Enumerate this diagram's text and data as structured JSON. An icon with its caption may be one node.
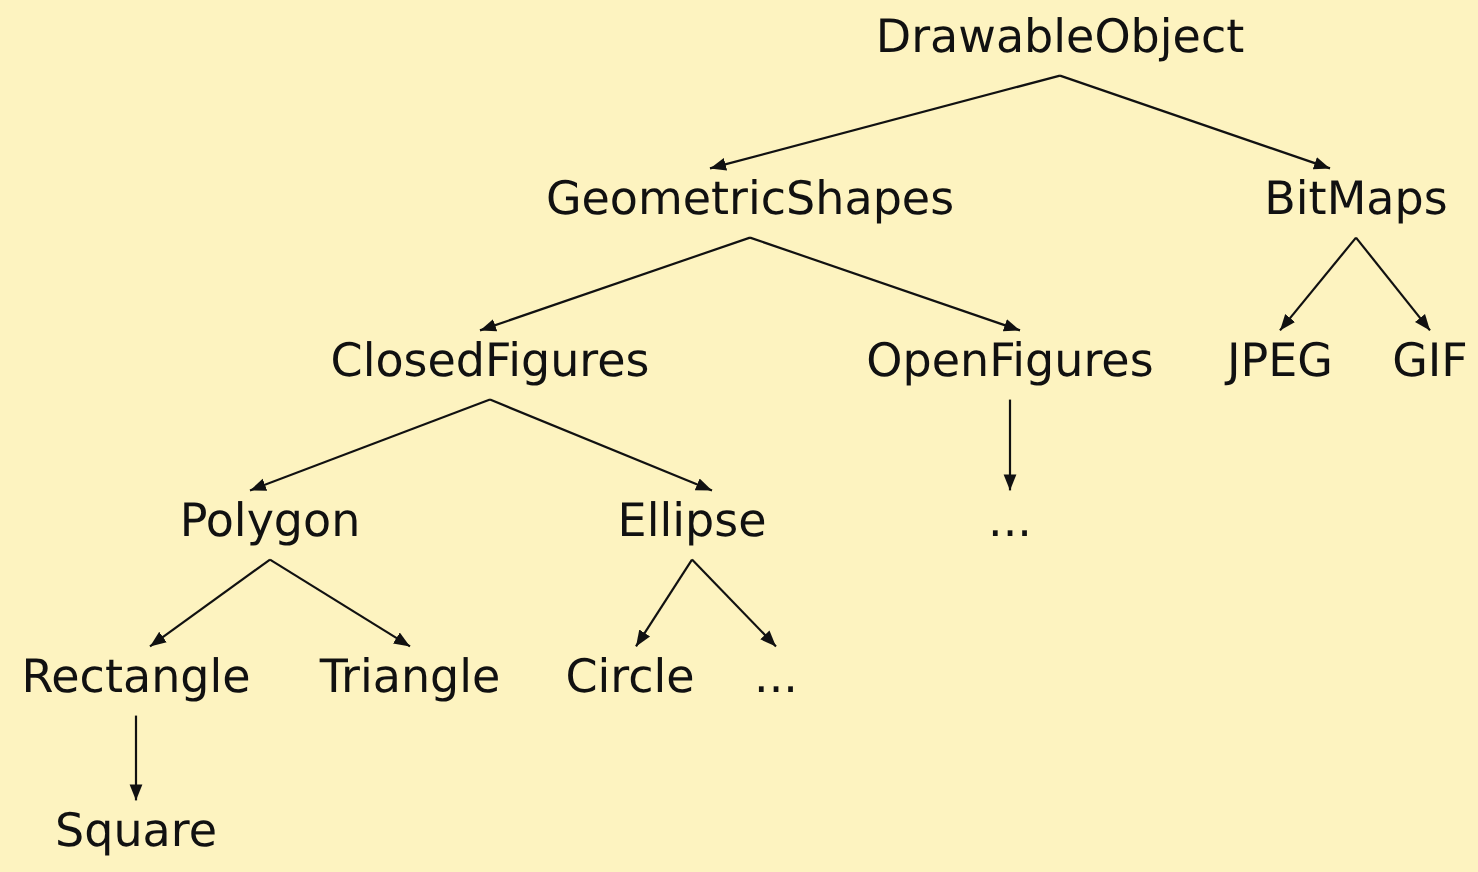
{
  "diagram": {
    "nodes": [
      {
        "text": [
          "DrawableObject"
        ]
      },
      {
        "text": [
          "GeometricShapes"
        ]
      },
      {
        "text": [
          "BitMaps"
        ]
      },
      {
        "text": [
          "ClosedFigures"
        ]
      },
      {
        "text": [
          "OpenFigures"
        ]
      },
      {
        "text": [
          "JPEG"
        ]
      },
      {
        "text": [
          "GIF"
        ]
      },
      {
        "text": [
          "Polygon"
        ]
      },
      {
        "text": [
          "Ellipse"
        ]
      },
      {
        "text": [
          "..."
        ]
      },
      {
        "text": [
          "Rectangle"
        ]
      },
      {
        "text": [
          "Triangle"
        ]
      },
      {
        "text": [
          "Circle"
        ]
      },
      {
        "text": [
          "..."
        ]
      },
      {
        "text": [
          "Square"
        ]
      }
    ],
    "edges": [
      {
        "from": 0,
        "to": 1,
        "arrow": "to"
      },
      {
        "from": 0,
        "to": 2,
        "arrow": "to"
      },
      {
        "from": 1,
        "to": 3,
        "arrow": "to"
      },
      {
        "from": 1,
        "to": 4,
        "arrow": "to"
      },
      {
        "from": 2,
        "to": 5,
        "arrow": "to"
      },
      {
        "from": 2,
        "to": 6,
        "arrow": "to"
      },
      {
        "from": 3,
        "to": 7,
        "arrow": "to"
      },
      {
        "from": 3,
        "to": 8,
        "arrow": "to"
      },
      {
        "from": 4,
        "to": 9,
        "arrow": "to"
      },
      {
        "from": 7,
        "to": 10,
        "arrow": "to"
      },
      {
        "from": 7,
        "to": 11,
        "arrow": "to"
      },
      {
        "from": 8,
        "to": 12,
        "arrow": "to"
      },
      {
        "from": 8,
        "to": 13,
        "arrow": "to"
      },
      {
        "from": 10,
        "to": 14,
        "arrow": "to"
      }
    ]
  }
}
